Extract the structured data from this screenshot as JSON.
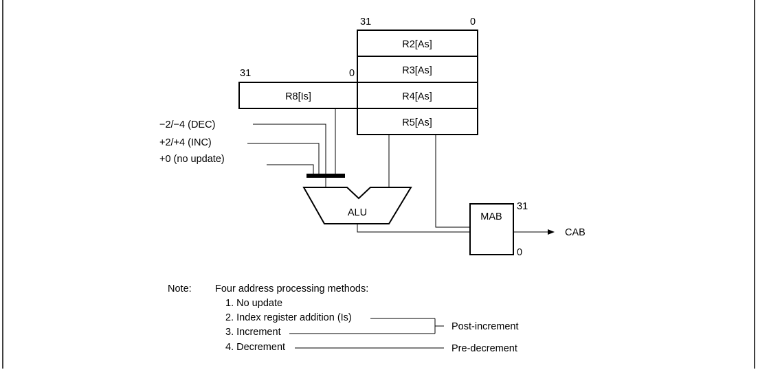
{
  "registers": {
    "bit_high": "31",
    "bit_low": "0",
    "r2": "R2[As]",
    "r3": "R3[As]",
    "r4": "R4[As]",
    "r5": "R5[As]",
    "r8": "R8[Is]"
  },
  "inputs": {
    "dec": "−2/−4 (DEC)",
    "inc": "+2/+4 (INC)",
    "no_update": "+0 (no update)"
  },
  "alu": {
    "label": "ALU"
  },
  "mab": {
    "label": "MAB",
    "bit_high": "31",
    "bit_low": "0"
  },
  "cab": {
    "label": "CAB"
  },
  "note": {
    "prefix": "Note:",
    "title": "Four address processing methods:",
    "items": [
      "1. No update",
      "2. Index register addition (Is)",
      "3. Increment",
      "4. Decrement"
    ],
    "post_increment": "Post-increment",
    "pre_decrement": "Pre-decrement"
  }
}
